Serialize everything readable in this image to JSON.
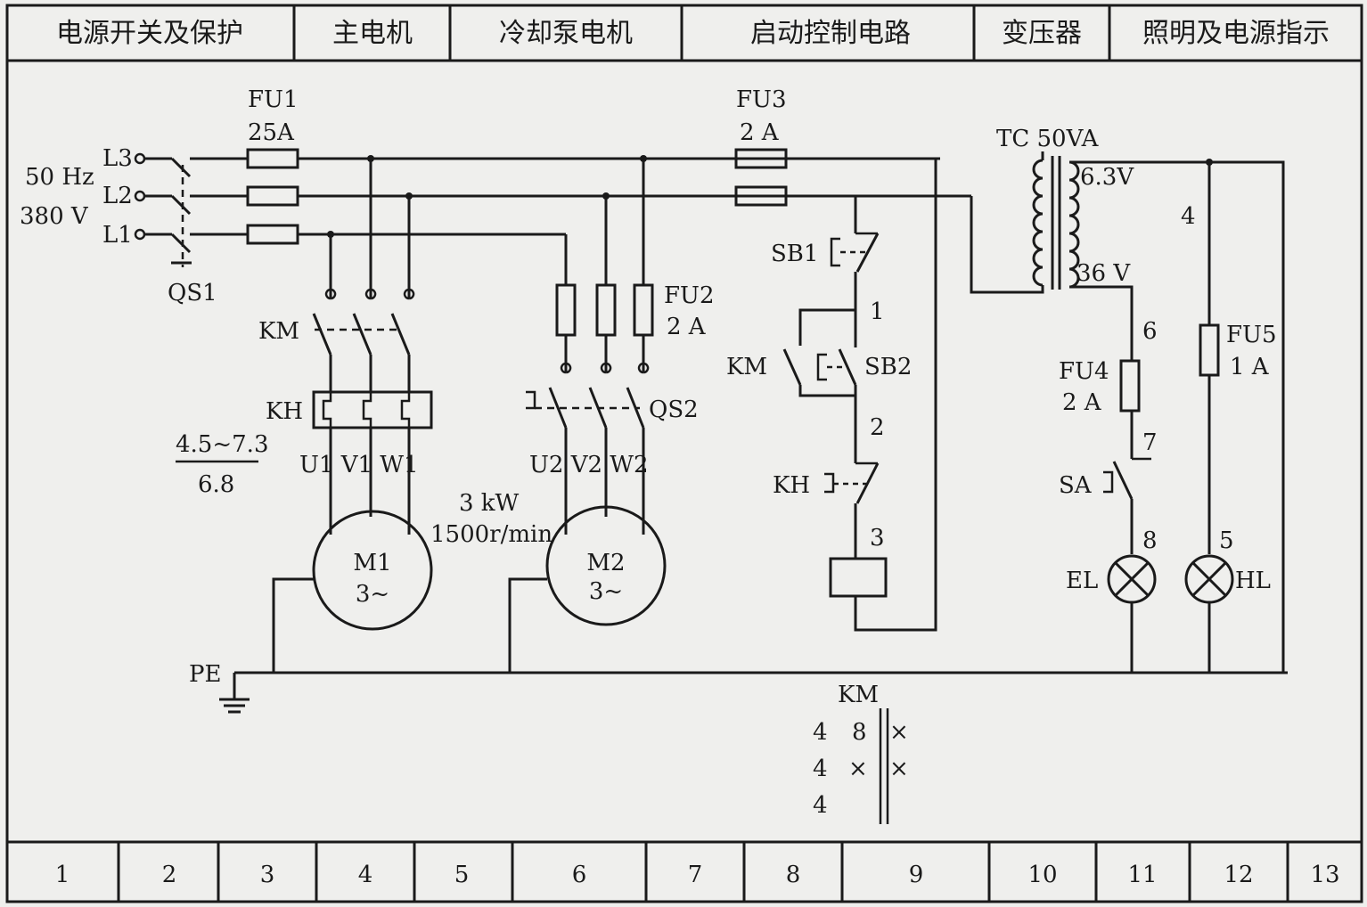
{
  "header": {
    "sections": [
      "电源开关及保护",
      "主电机",
      "冷却泵电机",
      "启动控制电路",
      "变压器",
      "照明及电源指示"
    ]
  },
  "footer": {
    "zones": [
      "1",
      "2",
      "3",
      "4",
      "5",
      "6",
      "7",
      "8",
      "9",
      "10",
      "11",
      "12",
      "13"
    ]
  },
  "supply": {
    "frequency": "50 Hz",
    "voltage": "380 V",
    "phases": [
      "L3",
      "L2",
      "L1"
    ],
    "main_switch": "QS1",
    "ground": "PE"
  },
  "fuses": {
    "fu1_name": "FU1",
    "fu1_rating": "25A",
    "fu2_name": "FU2",
    "fu2_rating": "2 A",
    "fu3_name": "FU3",
    "fu3_rating": "2 A",
    "fu4_name": "FU4",
    "fu4_rating": "2 A",
    "fu5_name": "FU5",
    "fu5_rating": "1 A"
  },
  "main_motor": {
    "contactor": "KM",
    "overload": "KH",
    "overload_setting_top": "4.5~7.3",
    "overload_setting_bottom": "6.8",
    "terminals": "U1 V1 W1",
    "name": "M1",
    "phase": "3~"
  },
  "pump_motor": {
    "switch": "QS2",
    "terminals": "U2 V2 W2",
    "power": "3 kW",
    "speed": "1500r/min",
    "name": "M2",
    "phase": "3~"
  },
  "control": {
    "stop_button": "SB1",
    "start_button": "SB2",
    "hold_contact": "KM",
    "overload_contact": "KH",
    "node_1": "1",
    "node_2": "2",
    "node_3": "3",
    "coil_label": "KM",
    "xref_rows": [
      [
        "4",
        "8",
        "×"
      ],
      [
        "4",
        "×",
        "×"
      ],
      [
        "4",
        "",
        ""
      ]
    ]
  },
  "transformer": {
    "name": "TC 50VA",
    "secondary_1": "6.3V",
    "secondary_2": "36 V",
    "node_4": "4",
    "node_5": "5",
    "node_6": "6",
    "node_7": "7",
    "node_8": "8"
  },
  "lighting": {
    "switch": "SA",
    "lamp": "EL",
    "indicator": "HL"
  }
}
